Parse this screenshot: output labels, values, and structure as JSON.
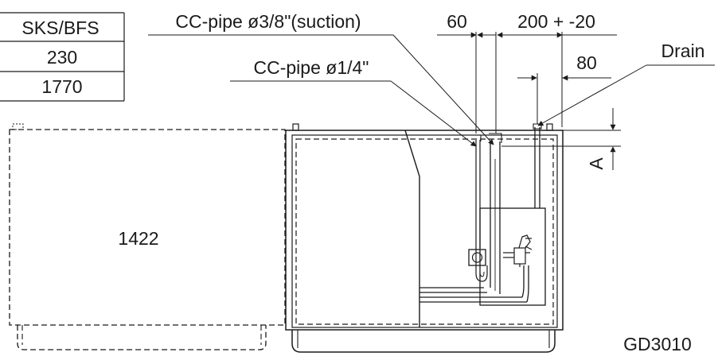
{
  "table": {
    "header": "SKS/BFS",
    "row1": "230",
    "row2": "1770"
  },
  "labels": {
    "suction_pipe": "CC-pipe ø3/8\"(suction)",
    "liquid_pipe": "CC-pipe ø1/4\"",
    "drain": "Drain",
    "dim_60": "60",
    "dim_200": "200 + -20",
    "dim_80": "80",
    "dim_a": "A",
    "width_1422": "1422",
    "drawing_id": "GD3010"
  }
}
